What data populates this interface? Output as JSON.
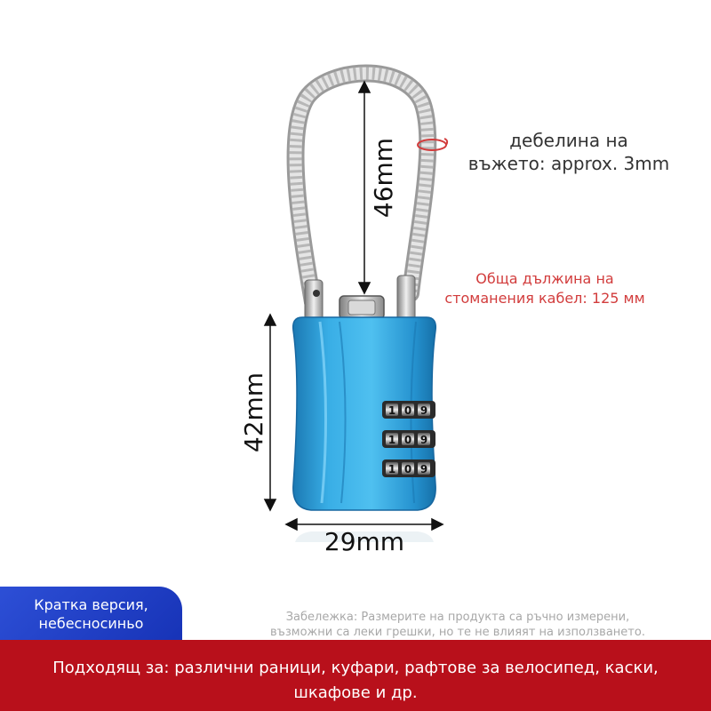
{
  "dimensions": {
    "cable_height": "46mm",
    "body_height": "42mm",
    "body_width": "29mm"
  },
  "notes": {
    "thickness_line1": "дебелина на",
    "thickness_line2": "въжето: approx. 3mm",
    "cable_length_line1": "Обща дължина на",
    "cable_length_line2": "стоманения кабел: 125 мм"
  },
  "badge": {
    "line1": "Кратка версия,",
    "line2": "небесносиньо"
  },
  "disclaimer": {
    "line1": "Забележка: Размерите на продукта са ръчно измерени,",
    "line2": "възможни са леки грешки, но те не влияят на използването."
  },
  "banner": {
    "line1": "Подходящ за: различни раници, куфари, рафтове за велосипед, каски,",
    "line2": "шкафове и др."
  },
  "lock": {
    "dial_rows": [
      [
        "1",
        "0",
        "9"
      ],
      [
        "1",
        "0",
        "9"
      ],
      [
        "1",
        "0",
        "9"
      ]
    ]
  },
  "colors": {
    "lock_body": "#2a9ad6",
    "accent_red": "#d23c3c",
    "banner_red": "#b8101b",
    "badge_blue": "#1f3fc8"
  },
  "icons": {
    "thickness_marker": "red-ring-icon"
  }
}
